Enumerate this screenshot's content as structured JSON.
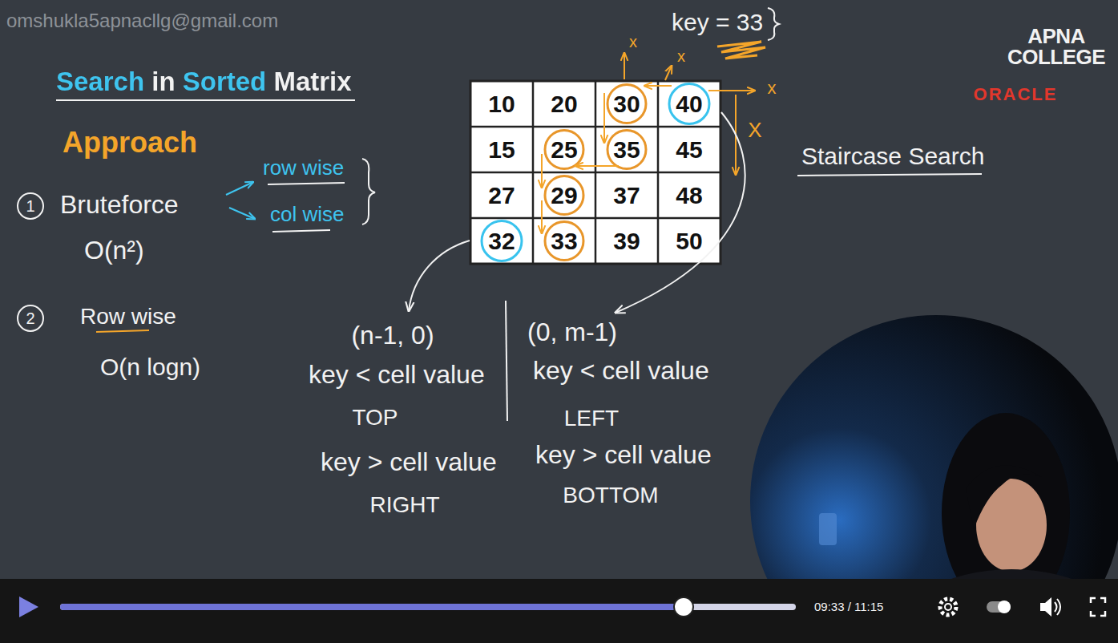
{
  "diagram": {
    "title": "Search in Sorted Matrix",
    "labels": [
      "omshukla5apnacllg@gmail.com",
      "key = 33",
      "x",
      "x",
      "x",
      "X",
      "APNA COLLEGE",
      "ORACLE",
      "Approach",
      "1",
      "Bruteforce",
      "row wise",
      "col wise",
      "O(n²)",
      "Staircase Search",
      "10",
      "20",
      "30",
      "40",
      "15",
      "25",
      "35",
      "45",
      "27",
      "29",
      "37",
      "48",
      "32",
      "33",
      "39",
      "50",
      "2",
      "Row wise",
      "O(n logn)",
      "(n-1, 0)",
      "key < cell value",
      "TOP",
      "key > cell value",
      "RIGHT",
      "(0, m-1)",
      "key < cell value",
      "LEFT",
      "key > cell value",
      "BOTTOM",
      "09:33 / 11:15"
    ]
  }
}
